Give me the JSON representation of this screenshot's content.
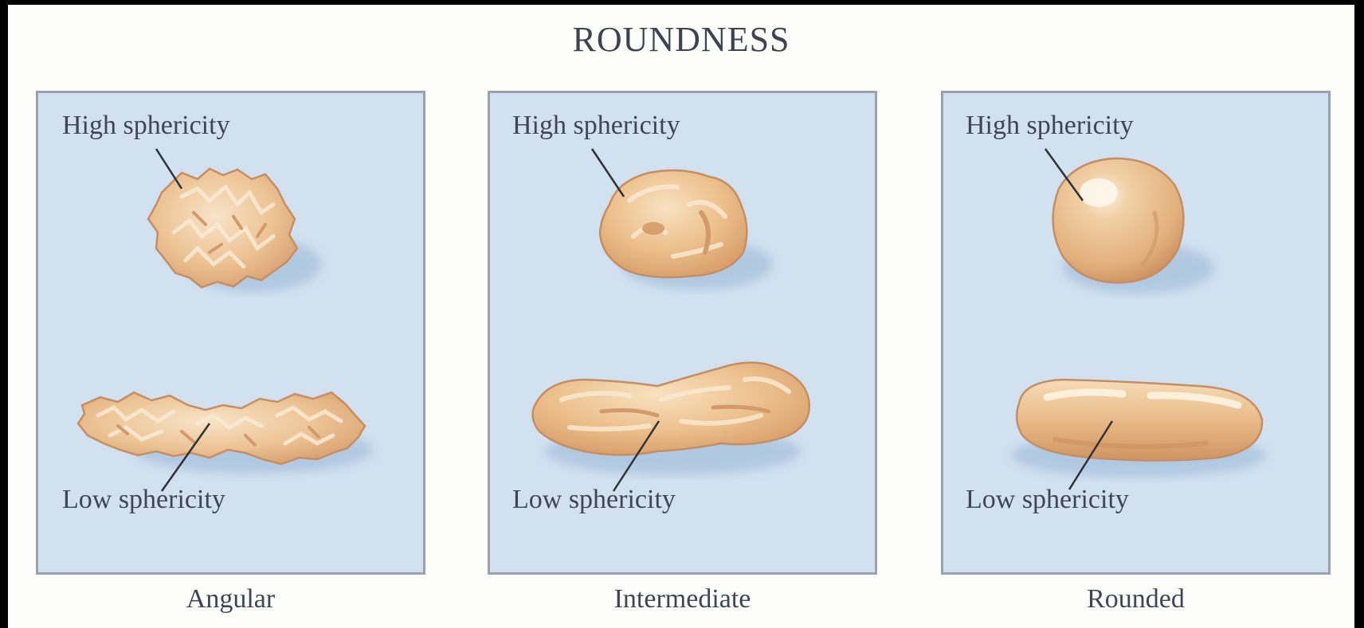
{
  "title": "ROUNDNESS",
  "panels": [
    {
      "caption": "Angular",
      "high_label": "High sphericity",
      "low_label": "Low sphericity"
    },
    {
      "caption": "Intermediate",
      "high_label": "High sphericity",
      "low_label": "Low sphericity"
    },
    {
      "caption": "Rounded",
      "high_label": "High sphericity",
      "low_label": "Low sphericity"
    }
  ],
  "colors": {
    "panel_bg": "#d2e1f0",
    "grain_fill": "#e9bd8c",
    "grain_highlight": "#f7e3c6",
    "grain_outline": "#c9946a"
  }
}
